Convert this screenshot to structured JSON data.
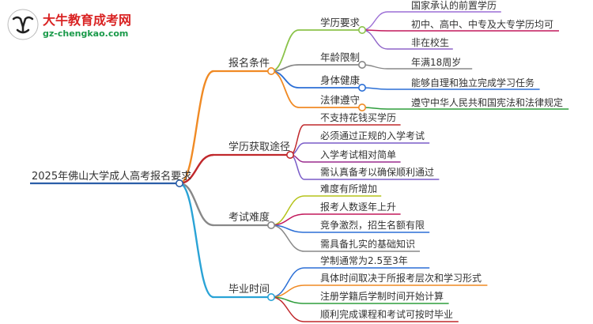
{
  "logo": {
    "title": "大牛教育成考网",
    "url": "gz-chengkao.com"
  },
  "mindmap": {
    "root": "2025年佛山大学成人高考报名要求",
    "branches": [
      {
        "label": "报名条件",
        "color": "#f08a24",
        "children": [
          {
            "label": "学历要求",
            "color": "#8bc34a",
            "children": [
              {
                "label": "国家承认的前置学历",
                "color": "#9c6fd6"
              },
              {
                "label": "初中、高中、中专及大专学历均可",
                "color": "#c2185b"
              },
              {
                "label": "非在校生",
                "color": "#8e63c8"
              }
            ]
          },
          {
            "label": "年龄限制",
            "color": "#888888",
            "children": [
              {
                "label": "年满18周岁",
                "color": "#888888"
              }
            ]
          },
          {
            "label": "身体健康",
            "color": "#2b6fd6",
            "children": [
              {
                "label": "能够自理和独立完成学习任务",
                "color": "#2b6fd6"
              }
            ]
          },
          {
            "label": "法律遵守",
            "color": "#f08a24",
            "children": [
              {
                "label": "遵守中华人民共和国宪法和法律规定",
                "color": "#2e9d3c"
              }
            ]
          }
        ]
      },
      {
        "label": "学历获取途径",
        "color": "#c0282c",
        "children": [
          {
            "label": "不支持花钱买学历",
            "color": "#c0282c"
          },
          {
            "label": "必须通过正规的入学考试",
            "color": "#7a5cc8"
          },
          {
            "label": "入学考试相对简单",
            "color": "#9b2c8e"
          },
          {
            "label": "需认真备考以确保顺利通过",
            "color": "#7a5cc8"
          }
        ]
      },
      {
        "label": "考试难度",
        "color": "#888888",
        "children": [
          {
            "label": "难度有所增加",
            "color": "#b5c31a"
          },
          {
            "label": "报考人数逐年上升",
            "color": "#c2185b"
          },
          {
            "label": "竞争激烈，招生名额有限",
            "color": "#2b6fd6"
          },
          {
            "label": "需具备扎实的基础知识",
            "color": "#888888"
          }
        ]
      },
      {
        "label": "毕业时间",
        "color": "#2aa3d6",
        "children": [
          {
            "label": "学制通常为2.5至3年",
            "color": "#2b6fd6"
          },
          {
            "label": "具体时间取决于所报考层次和学习形式",
            "color": "#f08a24"
          },
          {
            "label": "注册学籍后学制时间开始计算",
            "color": "#2e9d3c"
          },
          {
            "label": "顺利完成课程和考试可按时毕业",
            "color": "#c0282c"
          }
        ]
      }
    ]
  }
}
